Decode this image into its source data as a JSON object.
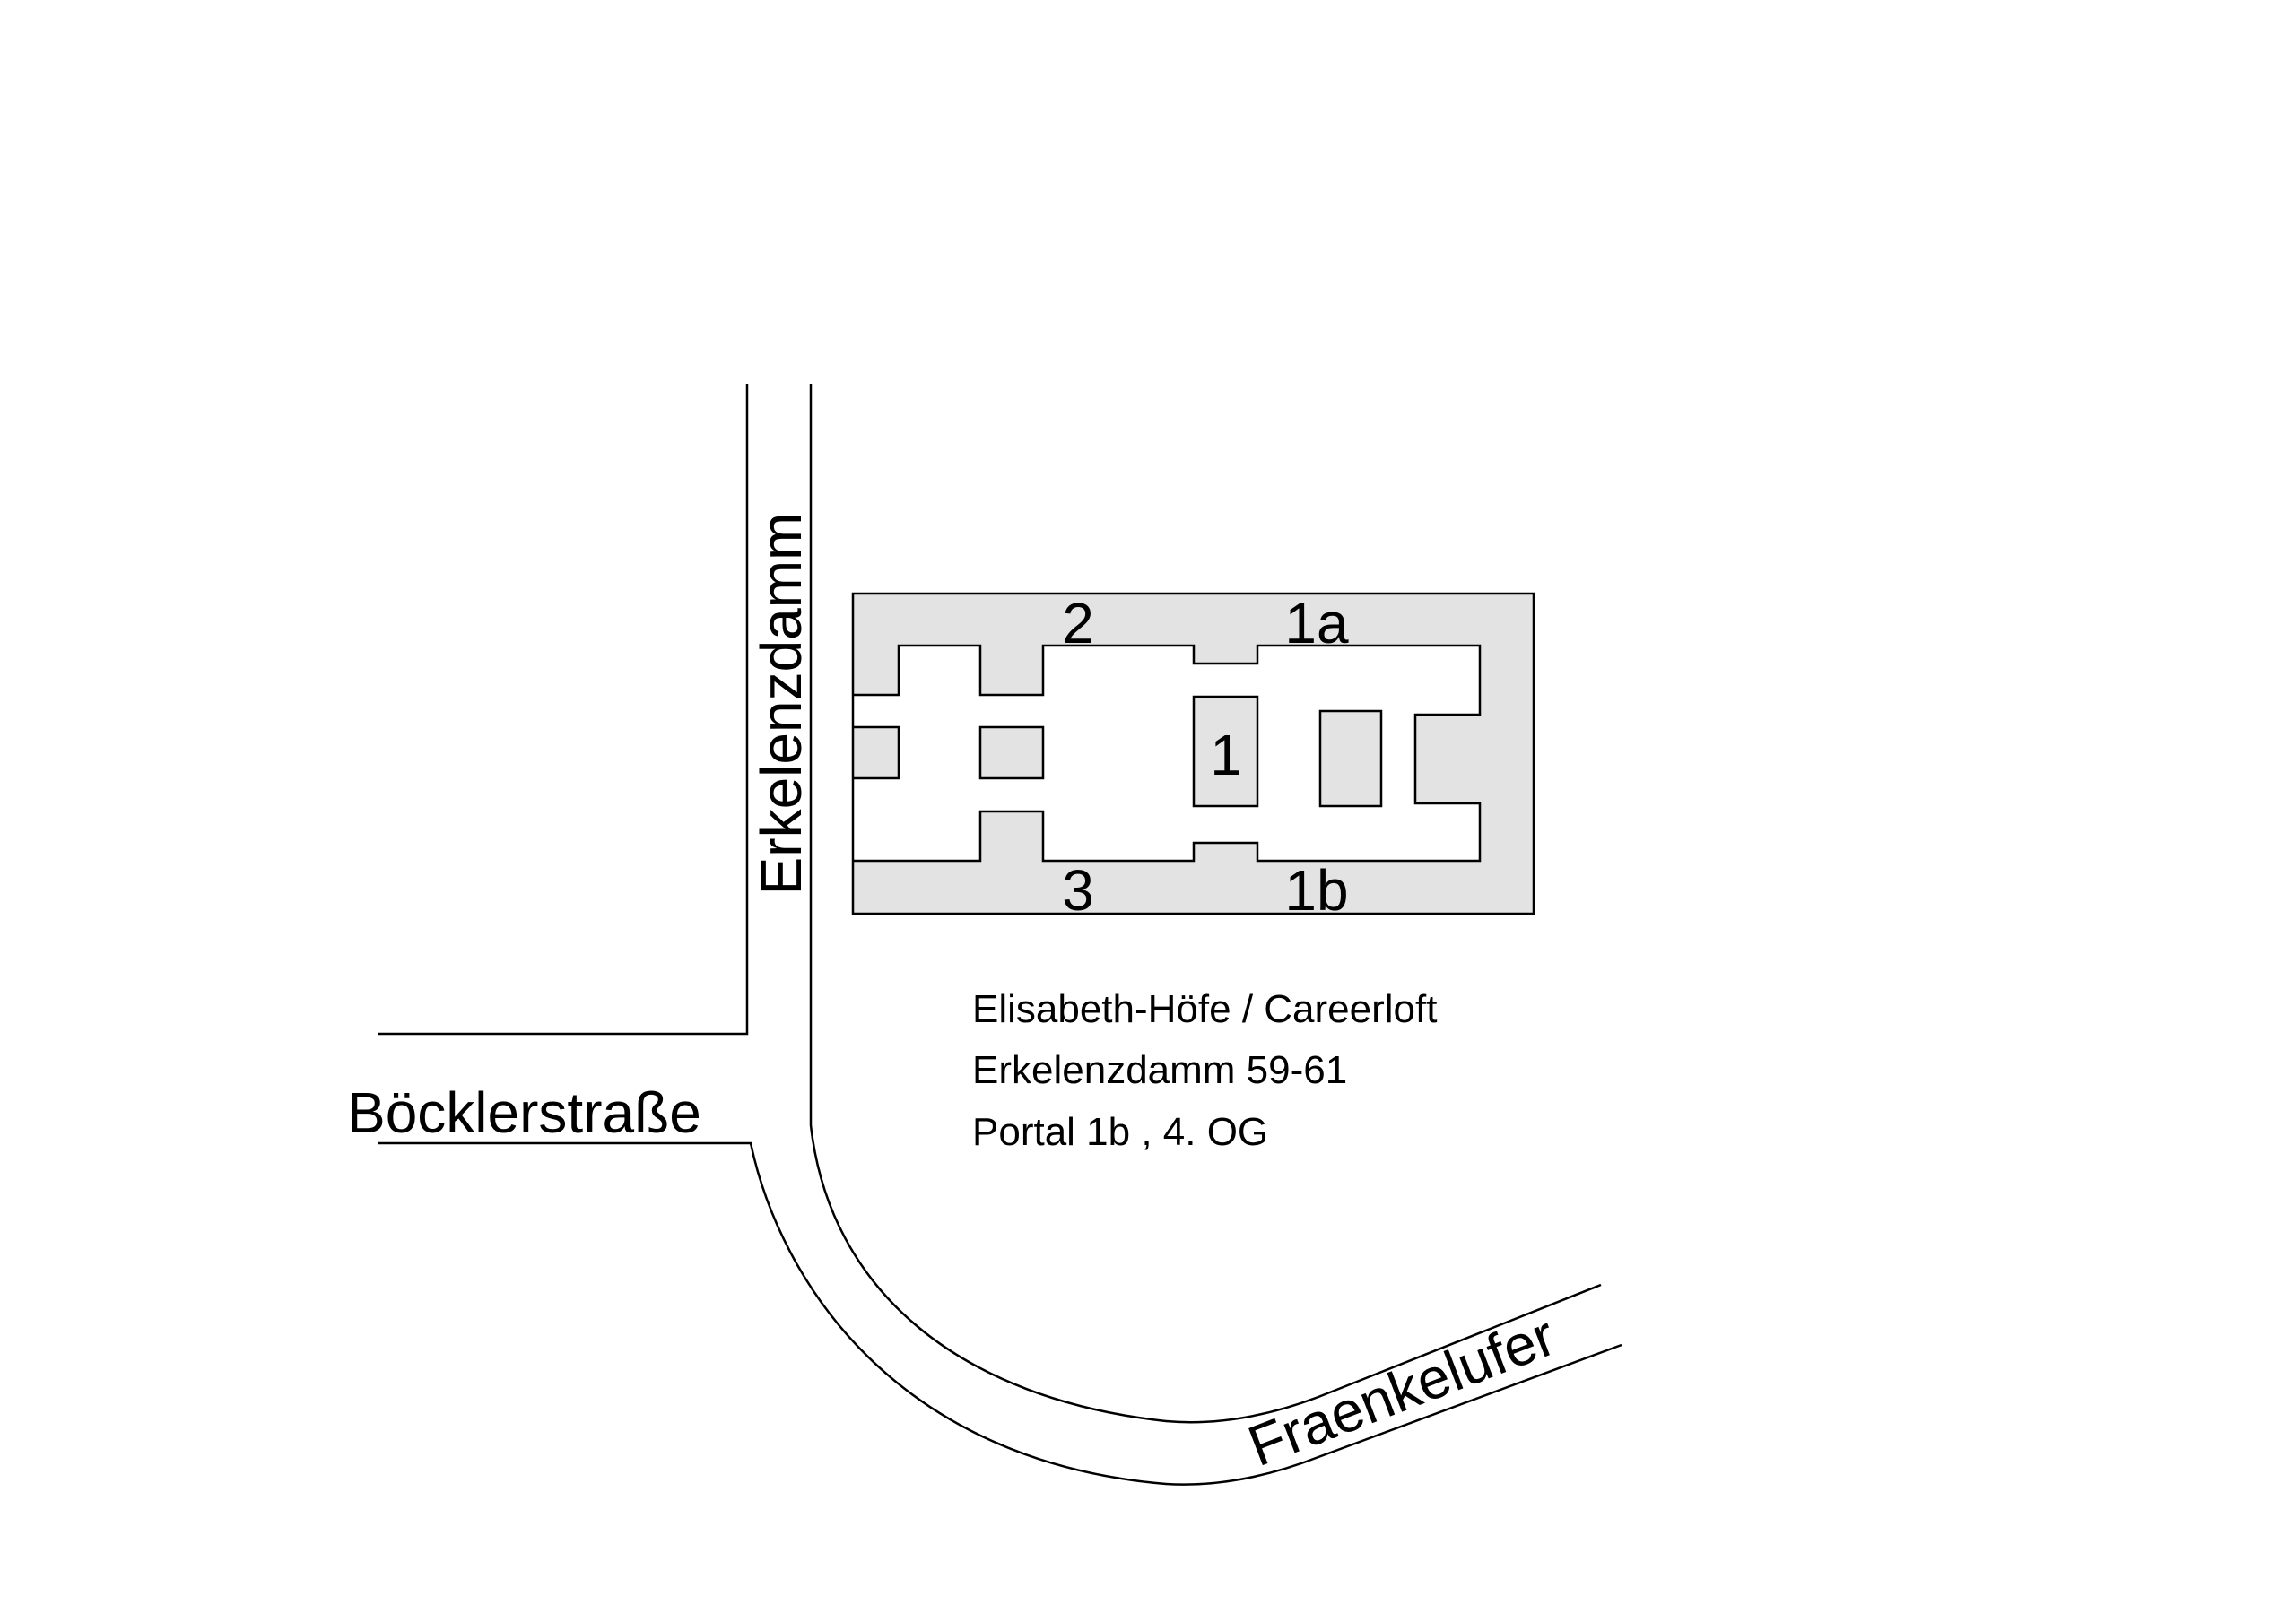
{
  "streets": {
    "erkelenzdamm": "Erkelenzdamm",
    "boecklerstrasse": "Böcklerstraße",
    "fraenkelufer": "Fraenkelufer"
  },
  "portals": {
    "p2": "2",
    "p1a": "1a",
    "p1": "1",
    "p3": "3",
    "p1b": "1b"
  },
  "address": {
    "line1": "Elisabeth-Höfe / Careerloft",
    "line2": "Erkelenzdamm 59-61",
    "line3": "Portal 1b , 4. OG"
  },
  "colors": {
    "building_fill": "#e3e3e3",
    "outline": "#000000",
    "background": "#ffffff"
  }
}
